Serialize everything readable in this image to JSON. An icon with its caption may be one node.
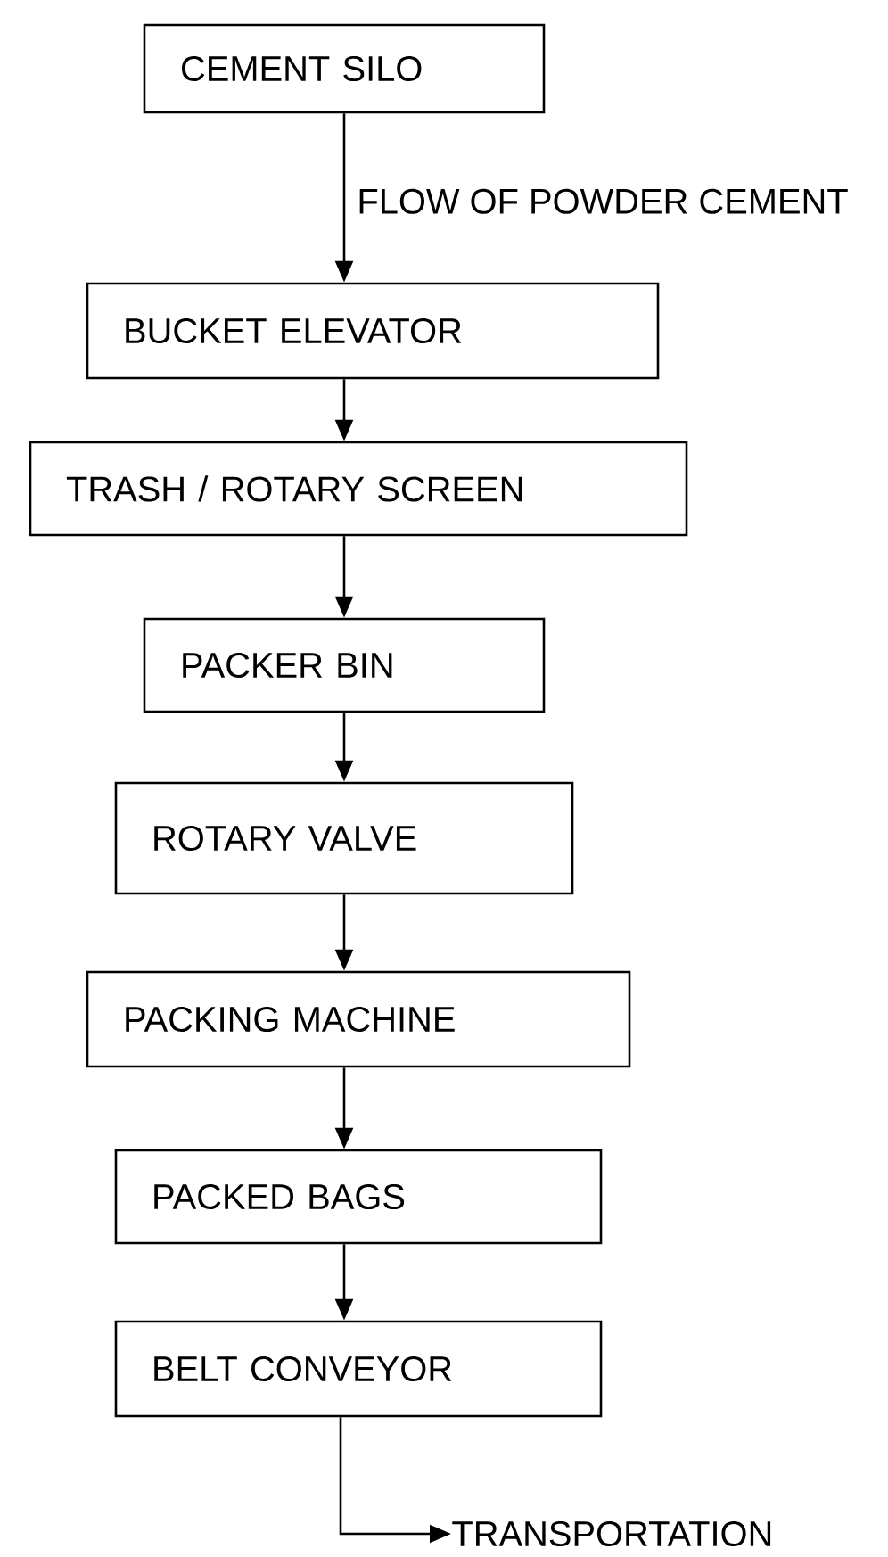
{
  "diagram": {
    "nodes": [
      {
        "text": [
          "CEMENT SILO"
        ]
      },
      {
        "text": [
          "BUCKET ELEVATOR"
        ]
      },
      {
        "text": [
          "TRASH / ROTARY SCREEN"
        ]
      },
      {
        "text": [
          "PACKER BIN"
        ]
      },
      {
        "text": [
          "ROTARY VALVE"
        ]
      },
      {
        "text": [
          "PACKING MACHINE"
        ]
      },
      {
        "text": [
          "PACKED BAGS"
        ]
      },
      {
        "text": [
          "BELT CONVEYOR"
        ]
      },
      {
        "text": [
          "TRANSPORTATION"
        ]
      }
    ],
    "edges": [
      {
        "from": 0,
        "to": 1,
        "arrow": "to",
        "label": "FLOW OF POWDER CEMENT"
      },
      {
        "from": 1,
        "to": 2,
        "arrow": "to"
      },
      {
        "from": 2,
        "to": 3,
        "arrow": "to"
      },
      {
        "from": 3,
        "to": 4,
        "arrow": "to"
      },
      {
        "from": 4,
        "to": 5,
        "arrow": "to"
      },
      {
        "from": 5,
        "to": 6,
        "arrow": "to"
      },
      {
        "from": 6,
        "to": 7,
        "arrow": "to"
      },
      {
        "from": 7,
        "to": 8,
        "arrow": "to"
      }
    ]
  }
}
